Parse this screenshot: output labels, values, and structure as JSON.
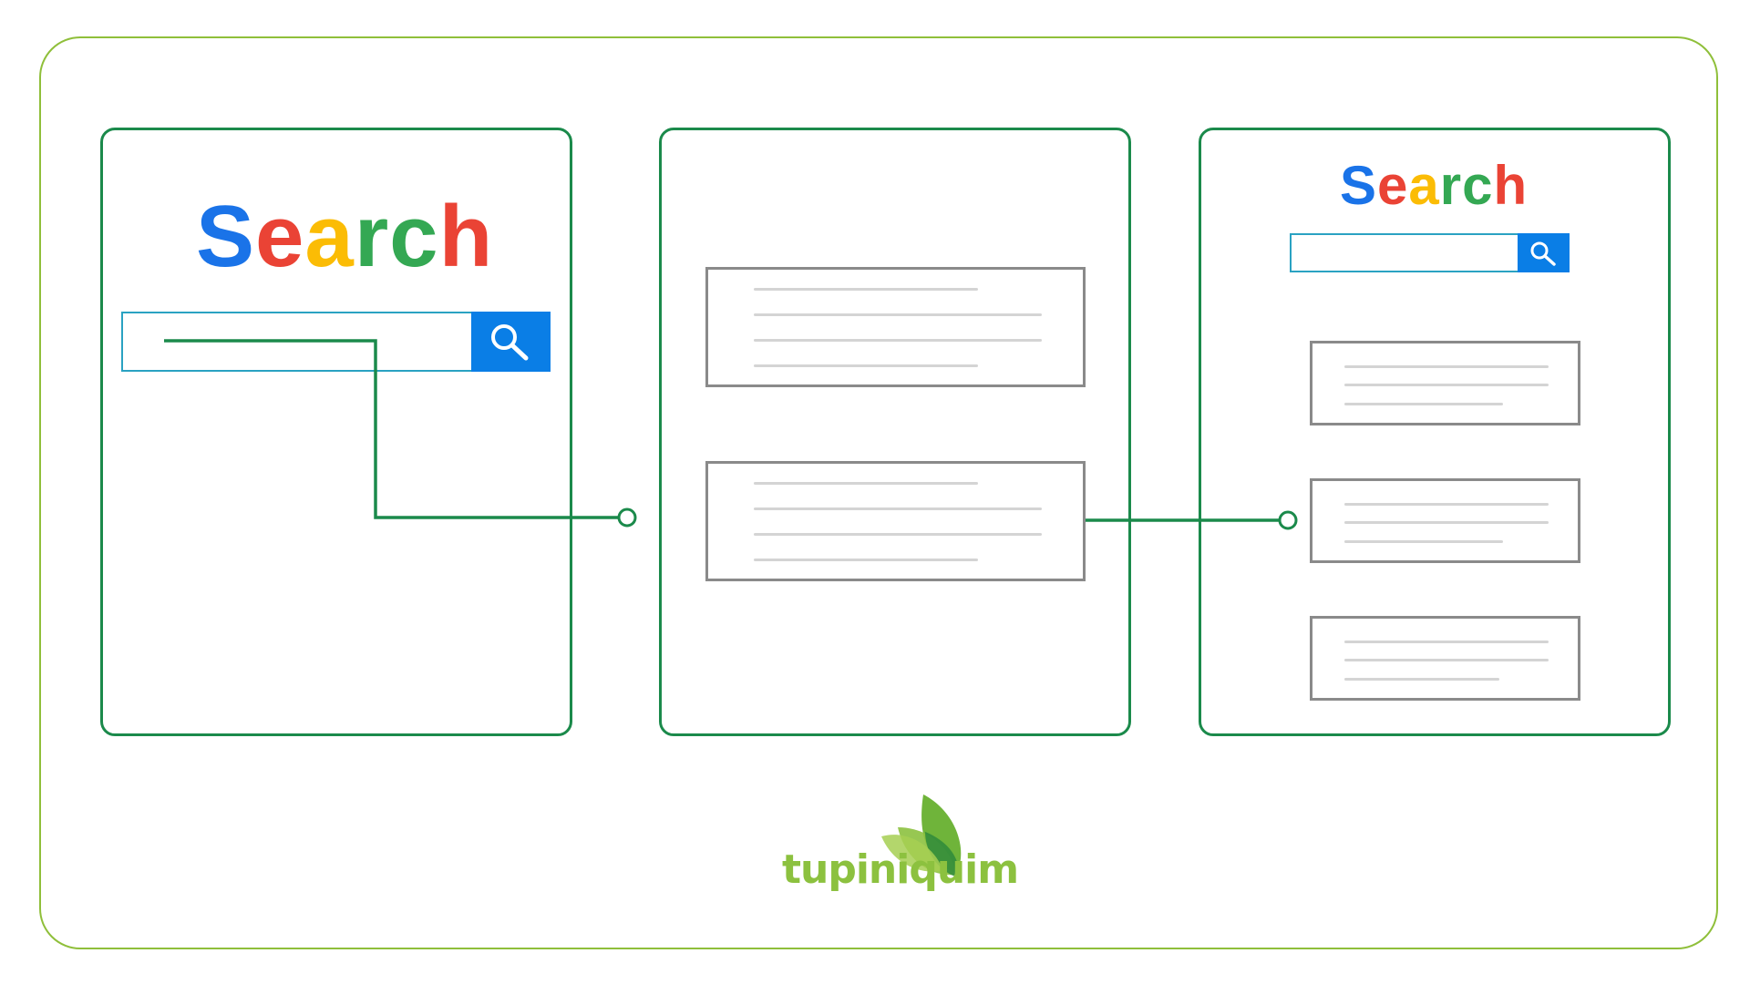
{
  "panels": {
    "search_page": {
      "title_letters": [
        {
          "char": "S",
          "color": "#1a73e8"
        },
        {
          "char": "e",
          "color": "#ea4335"
        },
        {
          "char": "a",
          "color": "#fbbc05"
        },
        {
          "char": "r",
          "color": "#34a853"
        },
        {
          "char": "c",
          "color": "#34a853"
        },
        {
          "char": "h",
          "color": "#ea4335"
        }
      ],
      "search_icon": "magnifier-icon"
    },
    "results_page": {
      "result_count": 2
    },
    "search_results_page": {
      "title_letters": [
        {
          "char": "S",
          "color": "#1a73e8"
        },
        {
          "char": "e",
          "color": "#ea4335"
        },
        {
          "char": "a",
          "color": "#fbbc05"
        },
        {
          "char": "r",
          "color": "#34a853"
        },
        {
          "char": "c",
          "color": "#34a853"
        },
        {
          "char": "h",
          "color": "#ea4335"
        }
      ],
      "search_icon": "magnifier-icon",
      "result_count": 3
    }
  },
  "logo": {
    "name": "tupiniquim",
    "icon": "leaf-icon"
  },
  "colors": {
    "outer_border": "#8fbf3a",
    "panel_border": "#1b8a4b",
    "connector": "#1b8a4b",
    "search_button": "#0a7ee6",
    "logo_green": "#8cc13f"
  }
}
